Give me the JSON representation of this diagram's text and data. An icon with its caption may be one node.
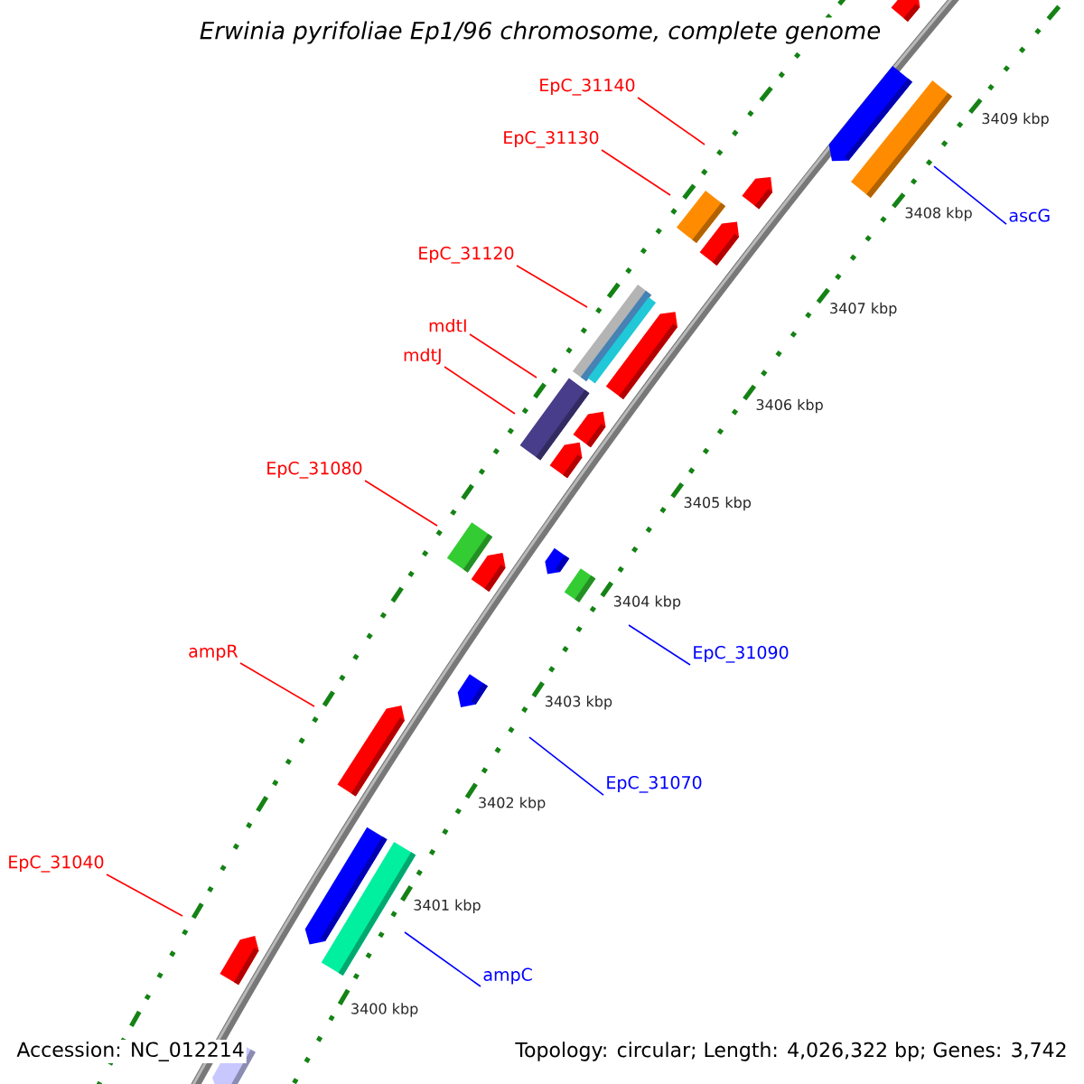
{
  "diagram": {
    "title": "Erwinia pyrifoliae Ep1/96 chromosome, complete genome",
    "nodes": [
      {
        "text": [
          "EpC_31140"
        ]
      },
      {
        "text": [
          "EpC_31130"
        ]
      },
      {
        "text": [
          "EpC_31120"
        ]
      },
      {
        "text": [
          "mdtI"
        ]
      },
      {
        "text": [
          "mdtJ"
        ]
      },
      {
        "text": [
          "EpC_31080"
        ]
      },
      {
        "text": [
          "ampR"
        ]
      },
      {
        "text": [
          "EpC_31040"
        ]
      },
      {
        "text": [
          "ascG"
        ]
      },
      {
        "text": [
          "EpC_31090"
        ]
      },
      {
        "text": [
          "EpC_31070"
        ]
      },
      {
        "text": [
          "ampC"
        ]
      }
    ],
    "edges": [
      {
        "from": 0,
        "to": null,
        "arrow": "none"
      },
      {
        "from": 1,
        "to": null,
        "arrow": "none"
      },
      {
        "from": 2,
        "to": null,
        "arrow": "none"
      },
      {
        "from": 3,
        "to": null,
        "arrow": "none"
      },
      {
        "from": 4,
        "to": null,
        "arrow": "none"
      },
      {
        "from": 5,
        "to": null,
        "arrow": "none"
      },
      {
        "from": 6,
        "to": null,
        "arrow": "none"
      },
      {
        "from": 7,
        "to": null,
        "arrow": "none"
      },
      {
        "from": 8,
        "to": null,
        "arrow": "none",
        "color": "#0000ff"
      },
      {
        "from": 9,
        "to": null,
        "arrow": "none",
        "color": "#0000ff"
      },
      {
        "from": 10,
        "to": null,
        "arrow": "none",
        "color": "#0000ff"
      },
      {
        "from": 11,
        "to": null,
        "arrow": "none",
        "color": "#0000ff"
      }
    ],
    "labels": [
      "3409 kbp",
      "3408 kbp",
      "3407 kbp",
      "3406 kbp",
      "3405 kbp",
      "3404 kbp",
      "3403 kbp",
      "3402 kbp",
      "3401 kbp",
      "3400 kbp",
      "Accession: NC_012214",
      "Topology: circular; Length: 4,026,322 bp; Genes: 3,742"
    ]
  }
}
